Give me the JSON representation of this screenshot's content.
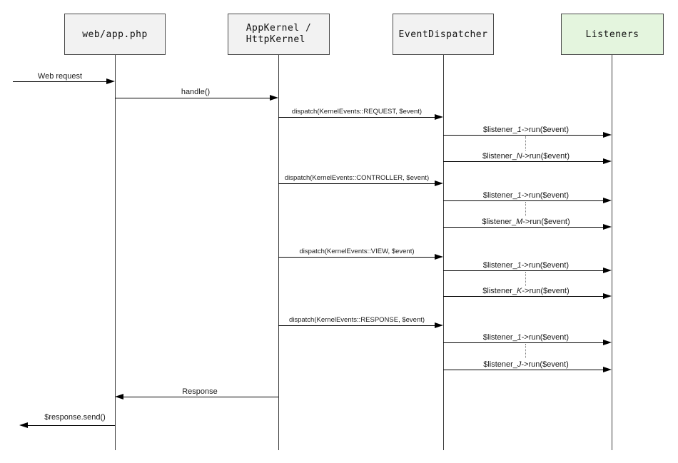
{
  "actors": [
    {
      "label": "web/app.php"
    },
    {
      "line1": "AppKernel /",
      "line2": "HttpKernel"
    },
    {
      "label": "EventDispatcher"
    },
    {
      "label": "Listeners"
    }
  ],
  "messages": {
    "web_request": "Web request",
    "handle": "handle()",
    "dispatch_request": "dispatch(KernelEvents::REQUEST, $event)",
    "dispatch_controller": "dispatch(KernelEvents::CONTROLLER, $event)",
    "dispatch_view": "dispatch(KernelEvents::VIEW, $event)",
    "dispatch_response": "dispatch(KernelEvents::RESPONSE, $event)",
    "response": "Response",
    "response_send": "$response.send()"
  },
  "listener_calls": {
    "prefix": "$listener_",
    "suffix": "->run($event)",
    "vars": [
      "1",
      "N",
      "1",
      "M",
      "1",
      "K",
      "1",
      "J"
    ]
  },
  "colors": {
    "actor_fill": "#f2f2f2",
    "listeners_fill": "#e4f5de",
    "actor_border": "#4a4a4a",
    "line": "#000000"
  }
}
